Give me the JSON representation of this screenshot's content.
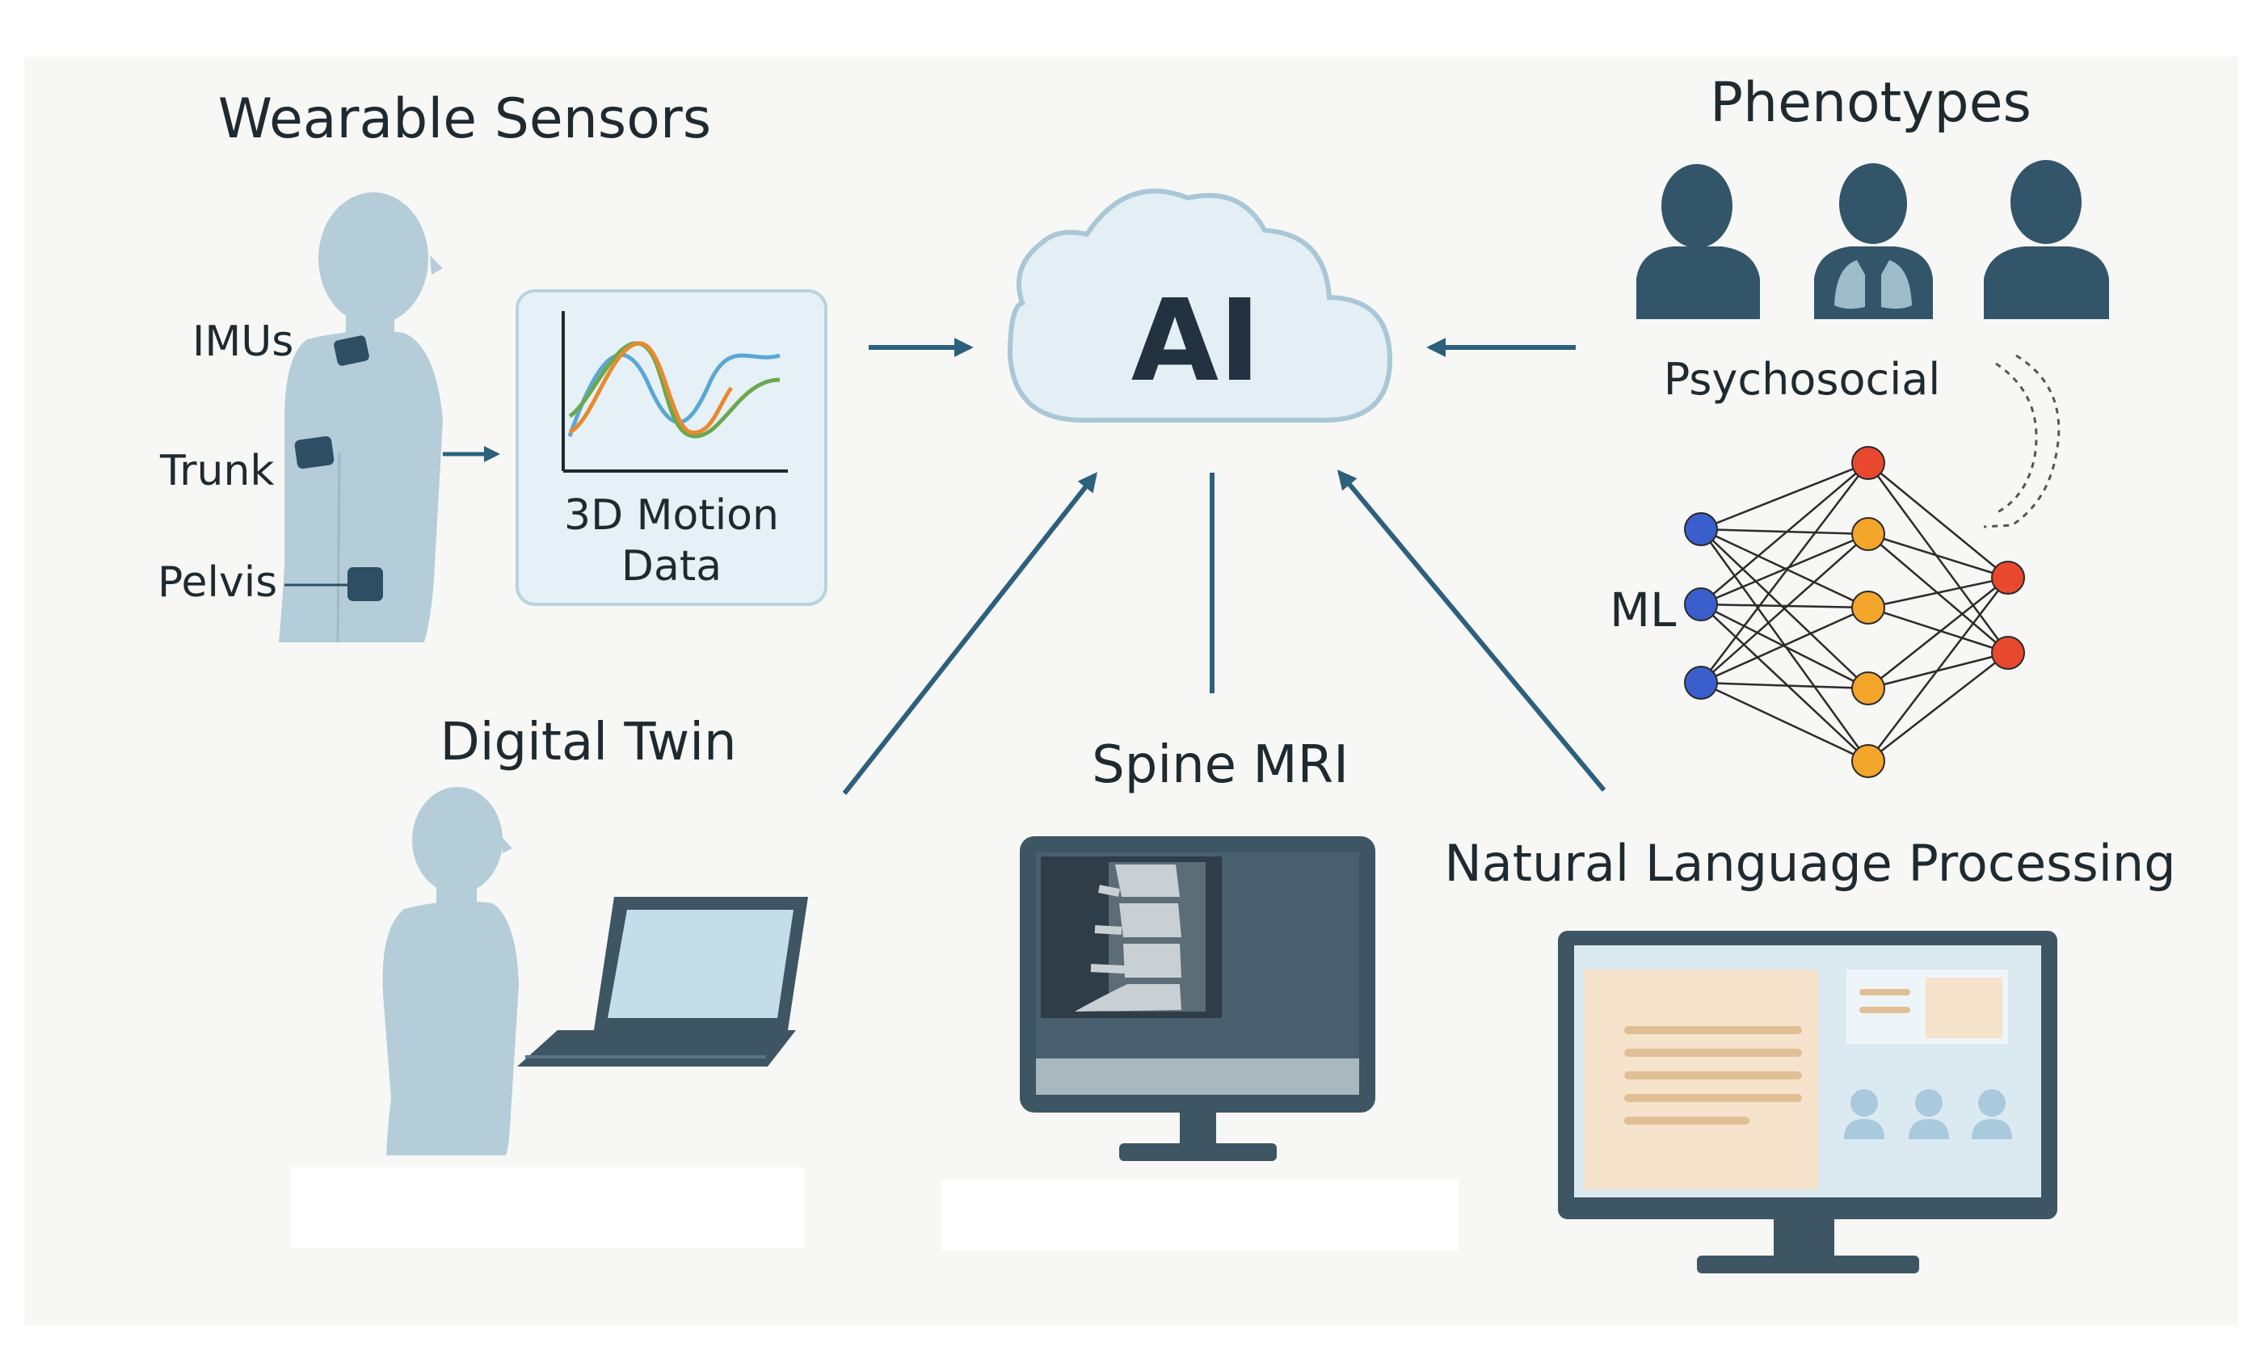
{
  "sections": {
    "wearable_sensors": {
      "title": "Wearable Sensors",
      "labels": {
        "imus": "IMUs",
        "trunk": "Trunk",
        "pelvis": "Pelvis"
      },
      "motion_card": {
        "line1": "3D Motion",
        "line2": "Data"
      }
    },
    "ai": {
      "label": "AI"
    },
    "phenotypes": {
      "title": "Phenotypes",
      "subtitle": "Psychosocial"
    },
    "ml": {
      "label": "ML"
    },
    "digital_twin": {
      "title": "Digital Twin"
    },
    "spine_mri": {
      "title": "Spine MRI"
    },
    "nlp": {
      "title": "Natural Language Processing"
    }
  },
  "colors": {
    "background": "#f7f7f6",
    "body_silhouette": "#b5cdd8",
    "sensor": "#2e4f63",
    "arrow": "#2c607c",
    "cloud_fill": "#e3eff5",
    "cloud_stroke": "#a9c7d6",
    "person_icon": "#325569",
    "node_blue": "#3a5fcd",
    "node_orange": "#f4a62a",
    "node_red": "#e8492e",
    "monitor_dark": "#3e5563",
    "chart_orange": "#e98a2f",
    "chart_blue": "#5aa7d4",
    "chart_green": "#6aa84f"
  }
}
